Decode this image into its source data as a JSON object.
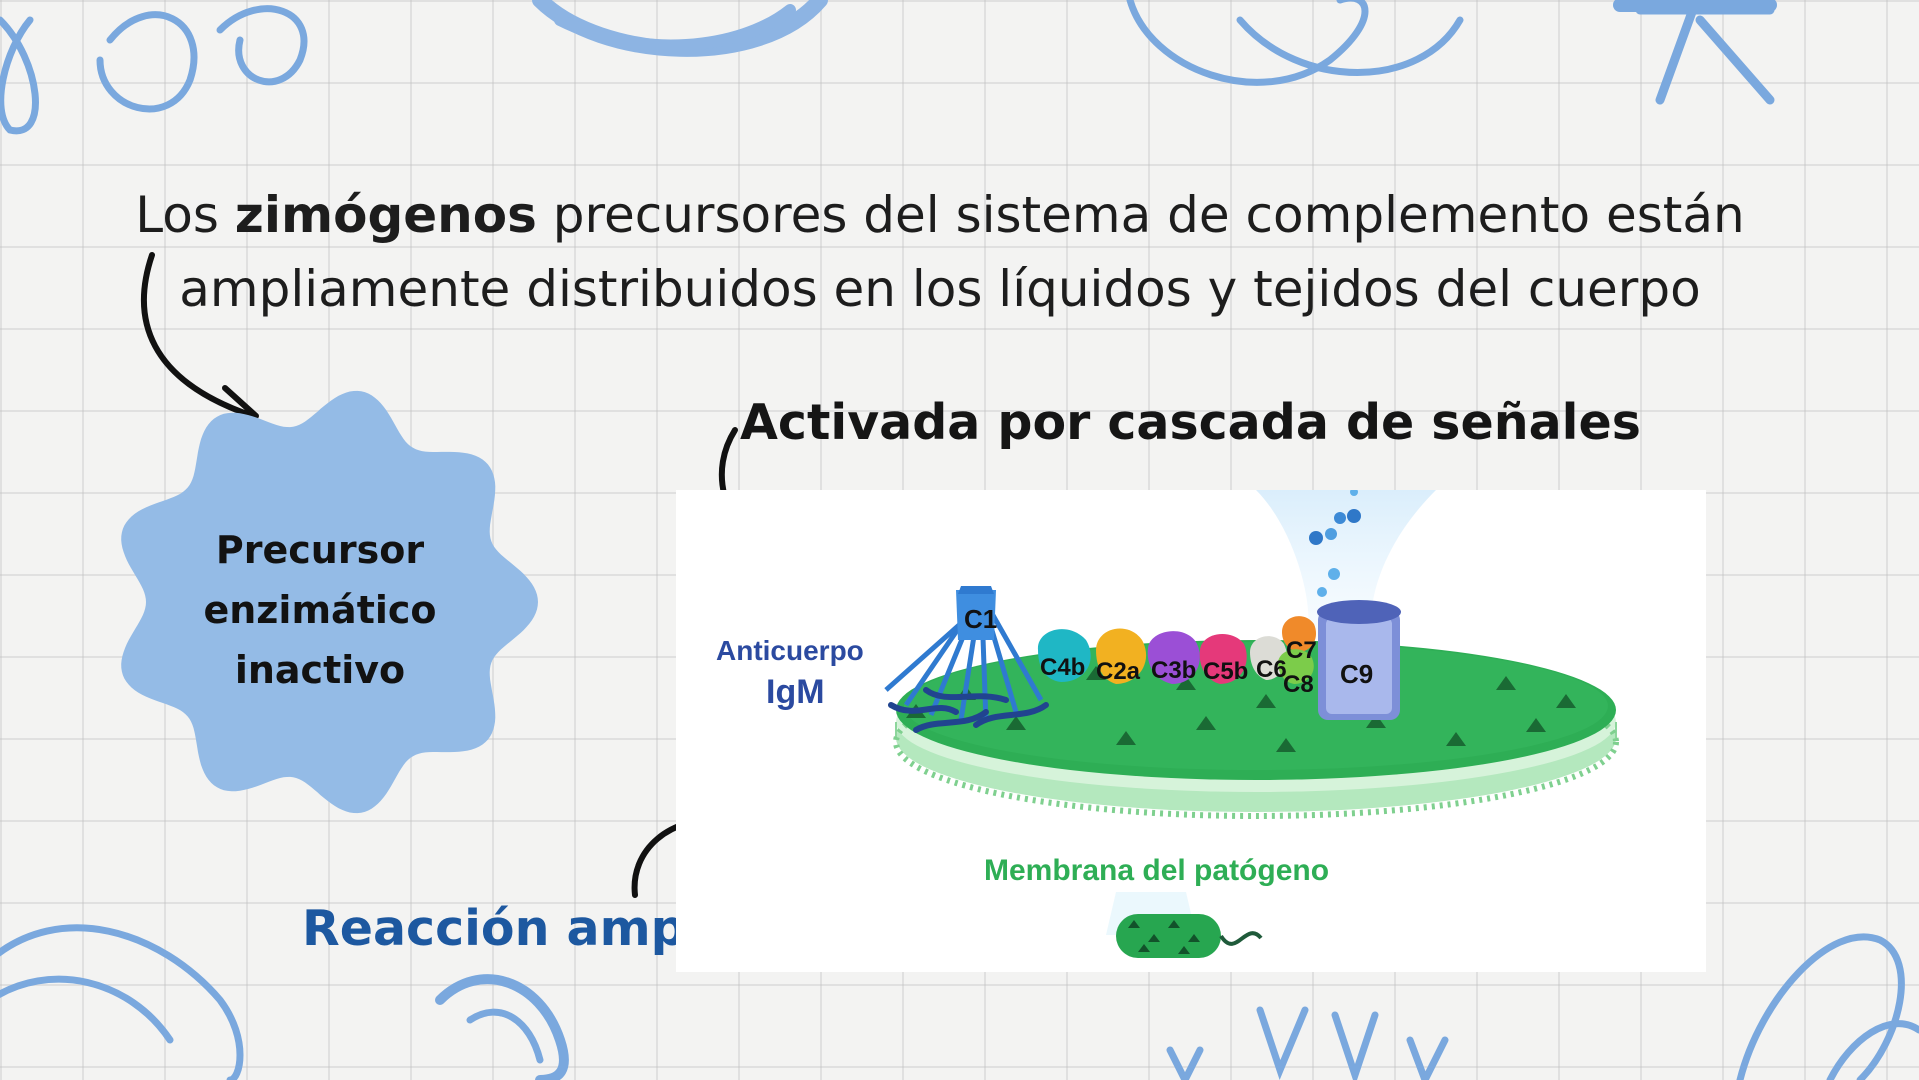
{
  "header": {
    "title_before": "Los ",
    "title_bold": "zimógenos",
    "title_after": " precursores del sistema de complemento están",
    "title_line2": "ampliamente distribuidos en los líquidos y tejidos del cuerpo"
  },
  "badge": {
    "line1": "Precursor",
    "line2": "enzimático",
    "line3": "inactivo"
  },
  "heading": "Activada por cascada de señales",
  "footer": "Reacción amplificada",
  "diagram": {
    "antibody_label": "Anticuerpo",
    "antibody_type": "IgM",
    "membrane_label": "Membrana del patógeno",
    "components": [
      "C1",
      "C4b",
      "C2a",
      "C3b",
      "C5b",
      "C6",
      "C7",
      "C8",
      "C9"
    ]
  },
  "colors": {
    "badge": "#94bbe6",
    "accent_blue": "#1d58a0",
    "membrane_green": "#2eae55",
    "doodle_blue": "#7aa8de"
  }
}
